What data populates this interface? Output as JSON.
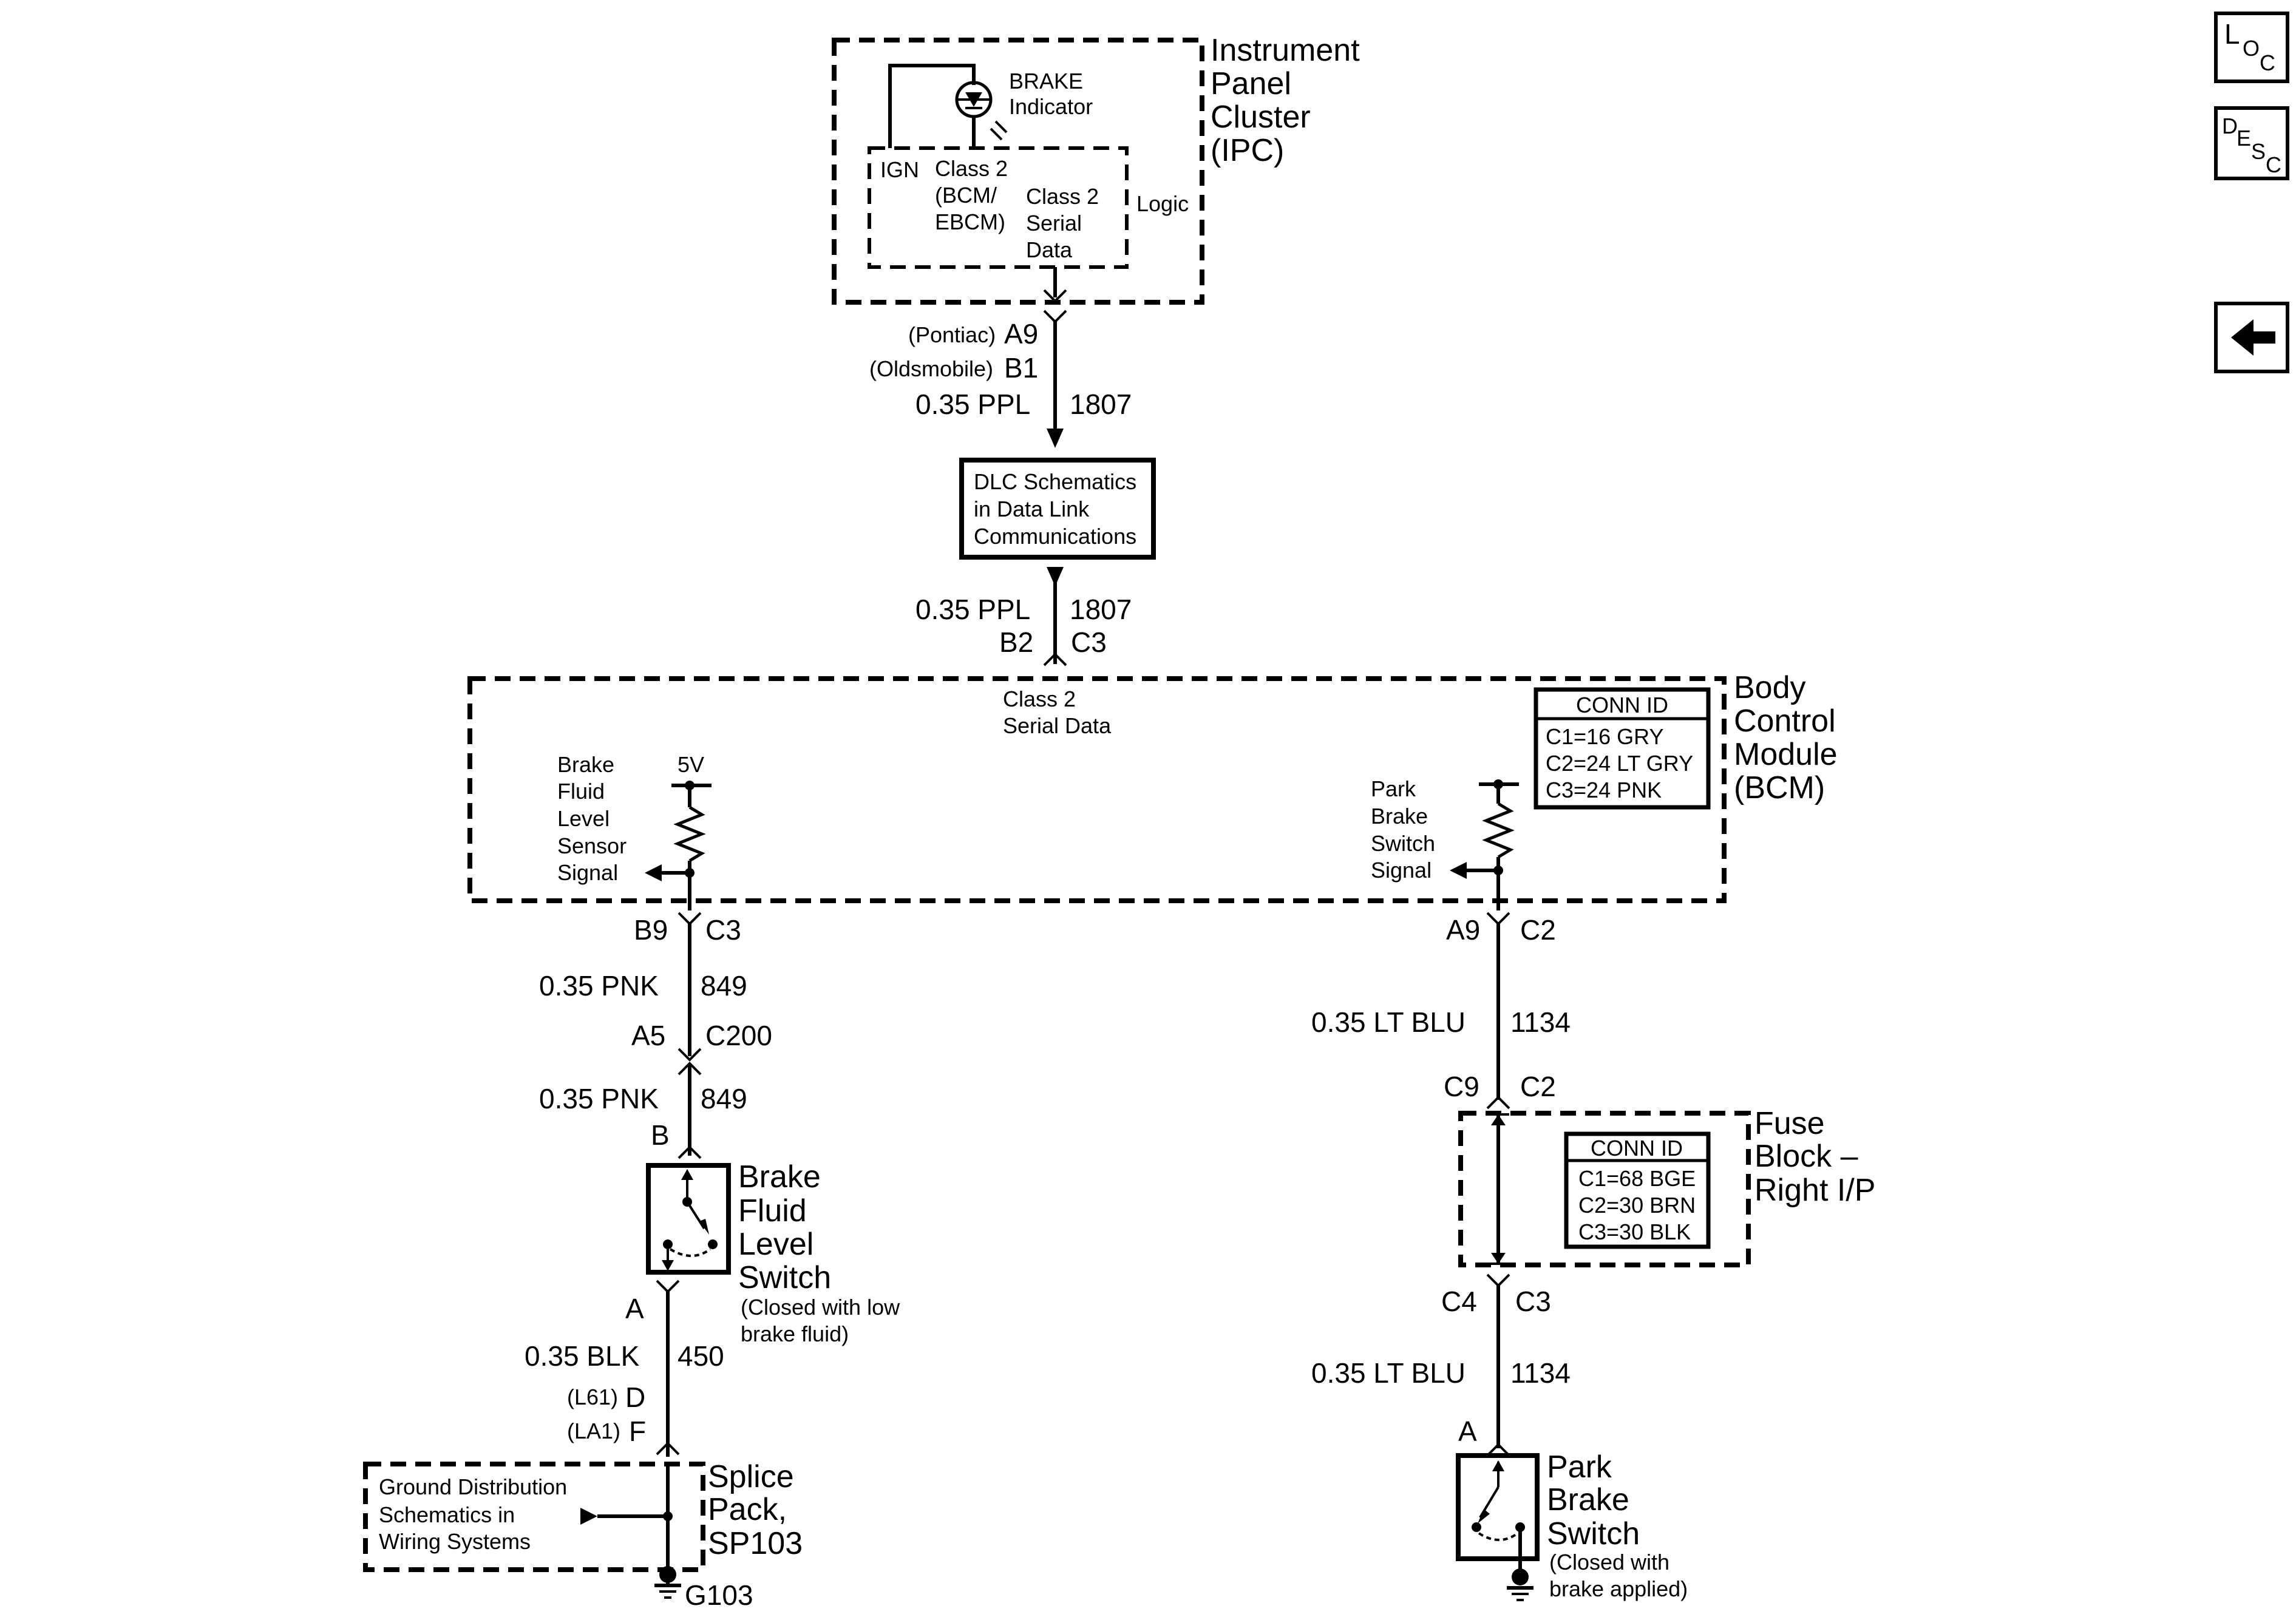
{
  "nav": {
    "loc_icon": "loc-icon",
    "desc_icon": "desc-icon",
    "back_icon": "back-arrow-icon",
    "loc": {
      "big": "L",
      "small": "O",
      "sub": "C"
    },
    "desc": {
      "big": "D",
      "small": "E",
      "mid": "S",
      "sub": "C"
    }
  },
  "ipc": {
    "title": [
      "Instrument",
      "Panel",
      "Cluster",
      "(IPC)"
    ],
    "brake_label": [
      "BRAKE",
      "Indicator"
    ],
    "ign": "IGN",
    "class2_bcm": [
      "Class 2",
      "(BCM/",
      "EBCM)"
    ],
    "class2_serial": [
      "Class 2",
      "Serial",
      "Data"
    ],
    "logic": "Logic",
    "pin_pontiac_note": "(Pontiac)",
    "pin_pontiac": "A9",
    "pin_olds_note": "(Oldsmobile)",
    "pin_olds": "B1",
    "wire_color": "0.35 PPL",
    "wire_circuit": "1807"
  },
  "dlc": {
    "label": [
      "DLC Schematics",
      "in Data Link",
      "Communications"
    ],
    "wire_color": "0.35 PPL",
    "wire_circuit": "1807",
    "pin": "B2",
    "connector": "C3"
  },
  "bcm": {
    "title": [
      "Body",
      "Control",
      "Module",
      "(BCM)"
    ],
    "class2": [
      "Class 2",
      "Serial Data"
    ],
    "conn_id": {
      "header": "CONN ID",
      "rows": [
        "C1=16 GRY",
        "C2=24 LT GRY",
        "C3=24 PNK"
      ]
    },
    "brake_fluid_signal": [
      "Brake",
      "Fluid",
      "Level",
      "Sensor",
      "Signal"
    ],
    "five_v": "5V",
    "park_brake_signal": [
      "Park",
      "Brake",
      "Switch",
      "Signal"
    ]
  },
  "left_circuit": {
    "bcm_pin": "B9",
    "bcm_conn": "C3",
    "wire1_color": "0.35 PNK",
    "wire1_circuit": "849",
    "inline_pin": "A5",
    "inline_conn": "C200",
    "wire2_color": "0.35 PNK",
    "wire2_circuit": "849",
    "switch_pin_b": "B",
    "switch_title": [
      "Brake",
      "Fluid",
      "Level",
      "Switch"
    ],
    "switch_note": [
      "(Closed with low",
      "brake fluid)"
    ],
    "switch_pin_a": "A",
    "wire3_color": "0.35 BLK",
    "wire3_circuit": "450",
    "pin_l61_note": "(L61)",
    "pin_l61": "D",
    "pin_la1_note": "(LA1)",
    "pin_la1": "F",
    "splice_title": [
      "Splice",
      "Pack,",
      "SP103"
    ],
    "ground_dist": [
      "Ground Distribution",
      "Schematics in",
      "Wiring Systems"
    ],
    "ground": "G103"
  },
  "right_circuit": {
    "bcm_pin": "A9",
    "bcm_conn": "C2",
    "wire1_color": "0.35 LT BLU",
    "wire1_circuit": "1134",
    "fuse_in_pin": "C9",
    "fuse_in_conn": "C2",
    "fuse_title": [
      "Fuse",
      "Block –",
      "Right I/P"
    ],
    "fuse_conn_id": {
      "header": "CONN ID",
      "rows": [
        "C1=68 BGE",
        "C2=30 BRN",
        "C3=30 BLK"
      ]
    },
    "fuse_out_pin": "C4",
    "fuse_out_conn": "C3",
    "wire2_color": "0.35 LT BLU",
    "wire2_circuit": "1134",
    "switch_pin_a": "A",
    "switch_title": [
      "Park",
      "Brake",
      "Switch"
    ],
    "switch_note": [
      "(Closed with",
      "brake applied)"
    ]
  }
}
